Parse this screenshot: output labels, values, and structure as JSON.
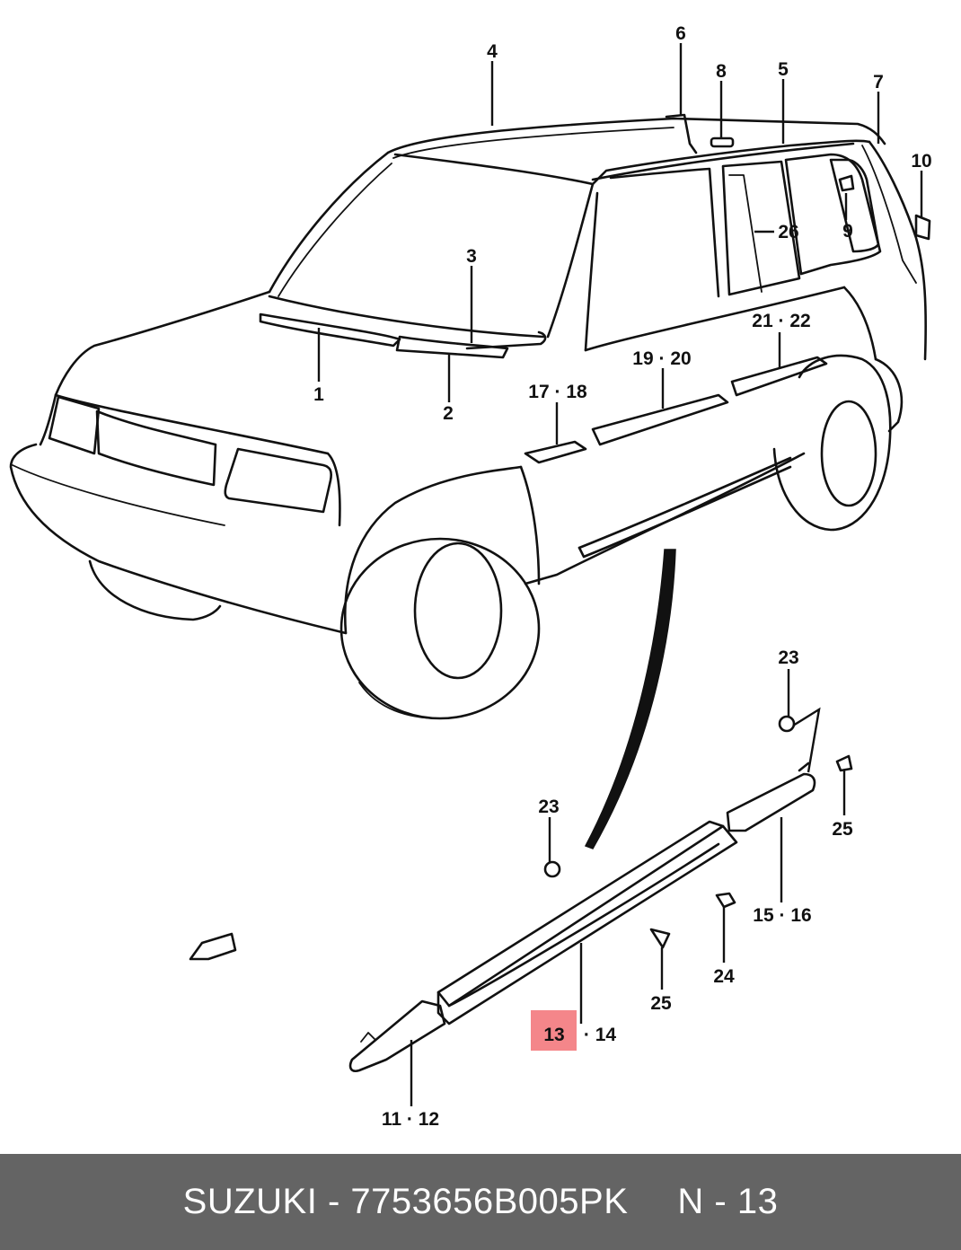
{
  "labels": {
    "p1": "1",
    "p2": "2",
    "p3": "3",
    "p4": "4",
    "p5": "5",
    "p6": "6",
    "p7": "7",
    "p8": "8",
    "p9": "9",
    "p10": "10",
    "p26": "26",
    "p21_22": "21 · 22",
    "p19_20": "19 · 20",
    "p17_18": "17 · 18",
    "p23a": "23",
    "p23b": "23",
    "p25a": "25",
    "p25b": "25",
    "p15_16": "15 · 16",
    "p24": "24",
    "p13": "13",
    "p14": "· 14",
    "p11_12": "11 · 12"
  },
  "highlight": {
    "part": "13",
    "color": "#f4868a"
  },
  "footer": {
    "brand": "SUZUKI",
    "separator": " - ",
    "part_number": "7753656B005PK",
    "position": "N - 13"
  },
  "colors": {
    "footer_bg": "#646464",
    "highlight": "#f4868a",
    "line": "#111111"
  }
}
